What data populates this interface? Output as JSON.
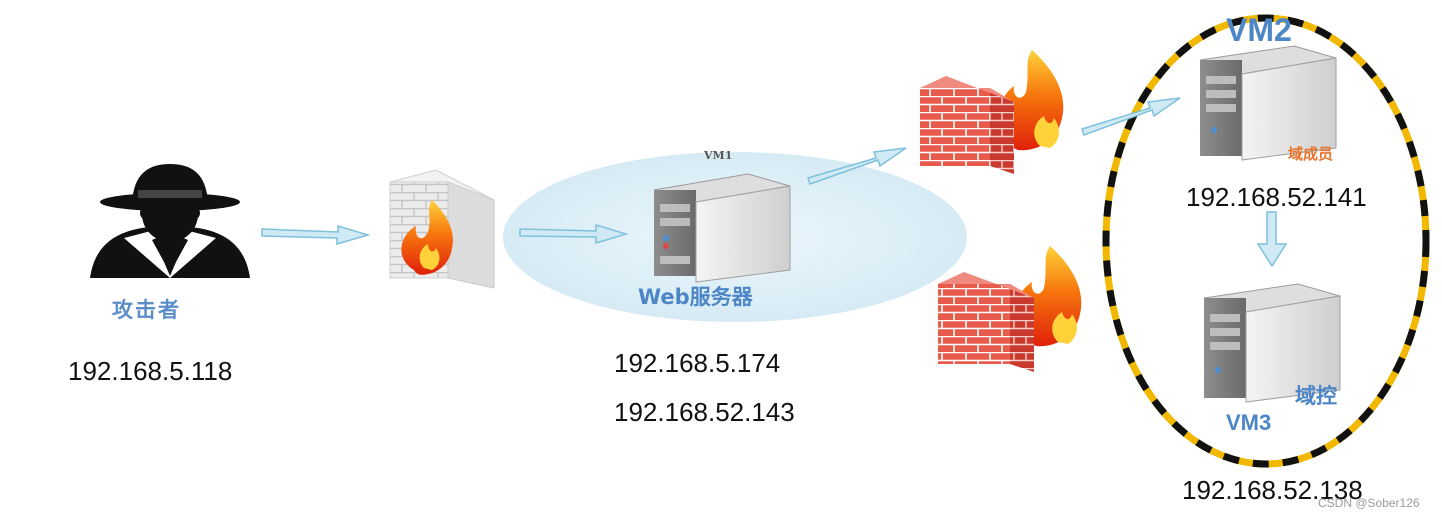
{
  "nodes": {
    "attacker": {
      "label": "攻击者",
      "ip": "192.168.5.118"
    },
    "web_server": {
      "vm_label": "VM1",
      "label": "Web服务器",
      "ips": [
        "192.168.5.174",
        "192.168.52.143"
      ]
    },
    "domain_member": {
      "vm_label": "VM2",
      "label": "域成员",
      "ip": "192.168.52.141"
    },
    "domain_controller": {
      "vm_label": "VM3",
      "label": "域控",
      "ip": "192.168.52.138"
    }
  },
  "watermark": "CSDN @Sober126",
  "colors": {
    "arrow_fill": "#cfeaf5",
    "arrow_stroke": "#7fc0db",
    "zone_fill": "#d8ecf6",
    "ring_yellow": "#f2b800",
    "ring_black": "#111111",
    "label_blue": "#5b8ec9",
    "vm_blue": "#4c86c6",
    "member_orange": "#e8742c"
  }
}
